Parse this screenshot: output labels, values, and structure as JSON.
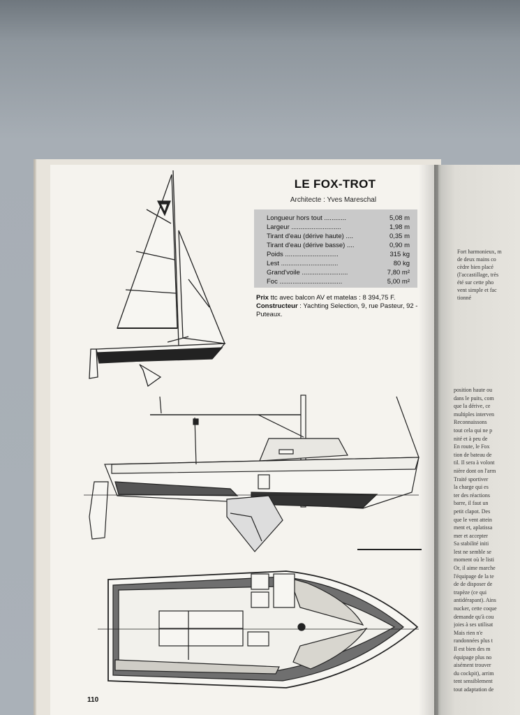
{
  "title": "LE FOX-TROT",
  "architect": "Architecte : Yves Mareschal",
  "specs": [
    {
      "label": "Longueur hors tout ............",
      "value": "5,08 m"
    },
    {
      "label": "Largeur ...........................",
      "value": "1,98 m"
    },
    {
      "label": "Tirant d'eau (dérive haute) ....",
      "value": "0,35 m"
    },
    {
      "label": "Tirant d'eau (dérive basse) ....",
      "value": "0,90 m"
    },
    {
      "label": "Poids .............................",
      "value": "315 kg"
    },
    {
      "label": "Lest ...............................",
      "value": "80 kg"
    },
    {
      "label": "Grand'voile .........................",
      "value": "7,80 m²"
    },
    {
      "label": "Foc ..................................",
      "value": "5,00 m²"
    }
  ],
  "price": {
    "label": "Prix",
    "text": " ttc avec balcon AV et matelas : 8 394,75 F."
  },
  "builder": {
    "label": "Constructeur",
    "text": " : Yachting Selection, 9, rue Pasteur, 92 - Puteaux."
  },
  "page_number": "110",
  "facing_page_lines": [
    "position haute ou",
    "dans le puits, com",
    "que la dérive, ce",
    "multiples interven",
    "Reconnaissons",
    "tout cela qui ne p",
    "nité et à peu de",
    "En route, le Fox",
    "tion de bateau de",
    "til. Il sera à volont",
    "nière dont on l'arm",
    "Traité sportiver",
    "la charge qui es",
    "ter des réactions",
    "barre, il faut un",
    "petit clapot. Des",
    "que le vent attein",
    "ment et, aplatissa",
    "mer et accepter",
    "Sa stabilité initi",
    "lest ne semble se",
    "moment où le listi",
    "Or, il aime marche",
    "l'équipage de la te",
    "de de disposer de",
    "trapèze (ce qui",
    "antidérapant). Ains",
    "nucker, cette coque",
    "demande qu'à cou",
    "joies à ses utilisat",
    "Mais rien n'e",
    "randonnées plus t",
    "Il est bien des m",
    "équipage plus no",
    "aisément trouver",
    "du cockpit), arrim",
    "tent sensiblement",
    "tout adaptation de"
  ],
  "facing_page_top_lines": [
    "Fort harmonieux, m",
    "de deux mains co",
    "cèdre bien placé",
    "(l'accastillage, très",
    "été sur cette pho",
    "vent simple et fac",
    "tionné"
  ]
}
